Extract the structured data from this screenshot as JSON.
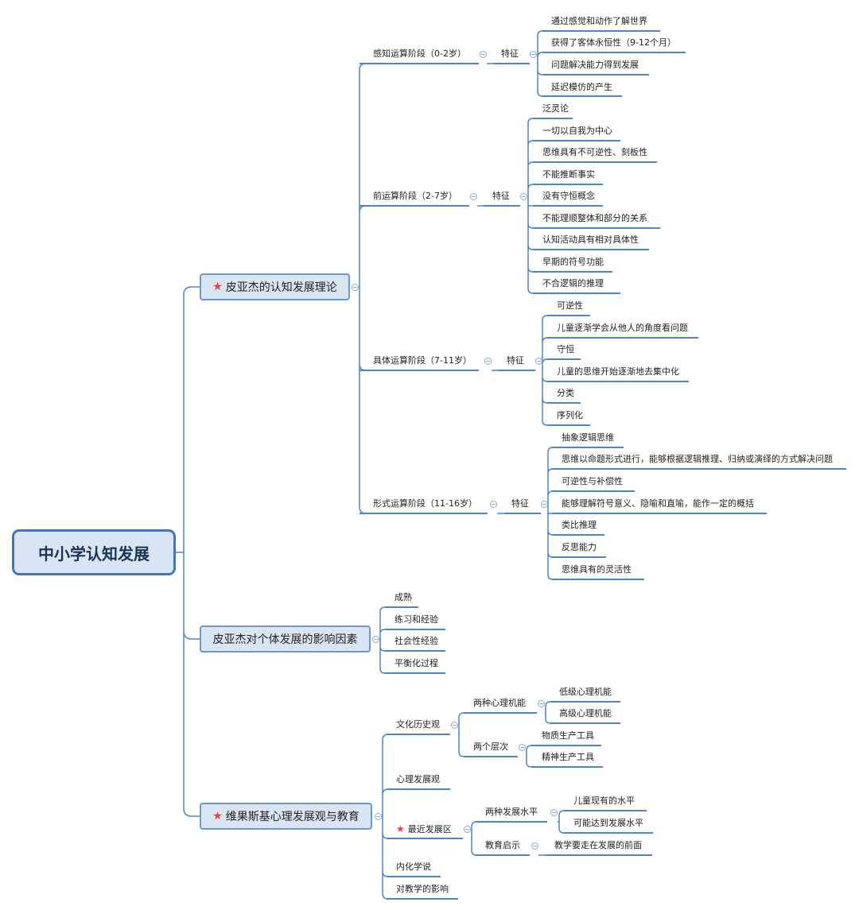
{
  "root": "中小学认知发展",
  "branches": {
    "b1": "皮亚杰的认知发展理论",
    "b2": "皮亚杰对个体发展的影响因素",
    "b3": "维果斯基心理发展观与教育"
  },
  "b1": {
    "s1": {
      "label": "感知运算阶段（0-2岁）",
      "feat": "特征",
      "items": [
        "通过感觉和动作了解世界",
        "获得了客体永恒性（9-12个月）",
        "问题解决能力得到发展",
        "延迟模仿的产生"
      ]
    },
    "s2": {
      "label": "前运算阶段（2-7岁）",
      "feat": "特征",
      "items": [
        "泛灵论",
        "一切以自我为中心",
        "思维具有不可逆性、刻板性",
        "不能推断事实",
        "没有守恒概念",
        "不能理顺整体和部分的关系",
        "认知活动具有相对具体性",
        "早期的符号功能",
        "不合逻辑的推理"
      ]
    },
    "s3": {
      "label": "具体运算阶段（7-11岁）",
      "feat": "特征",
      "items": [
        "可逆性",
        "儿童逐渐学会从他人的角度看问题",
        "守恒",
        "儿童的思维开始逐渐地去集中化",
        "分类",
        "序列化"
      ]
    },
    "s4": {
      "label": "形式运算阶段（11-16岁）",
      "feat": "特征",
      "items": [
        "抽象逻辑思维",
        "思维以命题形式进行，能够根据逻辑推理、归纳或演绎的方式解决问题",
        "可逆性与补偿性",
        "能够理解符号意义、隐喻和直喻，能作一定的概括",
        "类比推理",
        "反思能力",
        "思维具有的灵活性"
      ]
    }
  },
  "b2": {
    "items": [
      "成熟",
      "练习和经验",
      "社会性经验",
      "平衡化过程"
    ]
  },
  "b3": {
    "wenhua": "文化历史观",
    "liangzhong": "两种心理机能",
    "liangzhong_items": [
      "低级心理机能",
      "高级心理机能"
    ],
    "cengci": "两个层次",
    "cengci_items": [
      "物质生产工具",
      "精神生产工具"
    ],
    "xinli": "心理发展观",
    "zuijin": "最近发展区",
    "shuiping": "两种发展水平",
    "shuiping_items": [
      "儿童现有的水平",
      "可能达到发展水平"
    ],
    "qishi": "教育启示",
    "qishi_item": "教学要走在发展的前面",
    "neihua": "内化学说",
    "yingxiang": "对教学的影响"
  },
  "colors": {
    "line": "#4f83c4",
    "node_fill": "#dae5f3",
    "node_border": "#6b98cf",
    "star": "#e8403a"
  }
}
